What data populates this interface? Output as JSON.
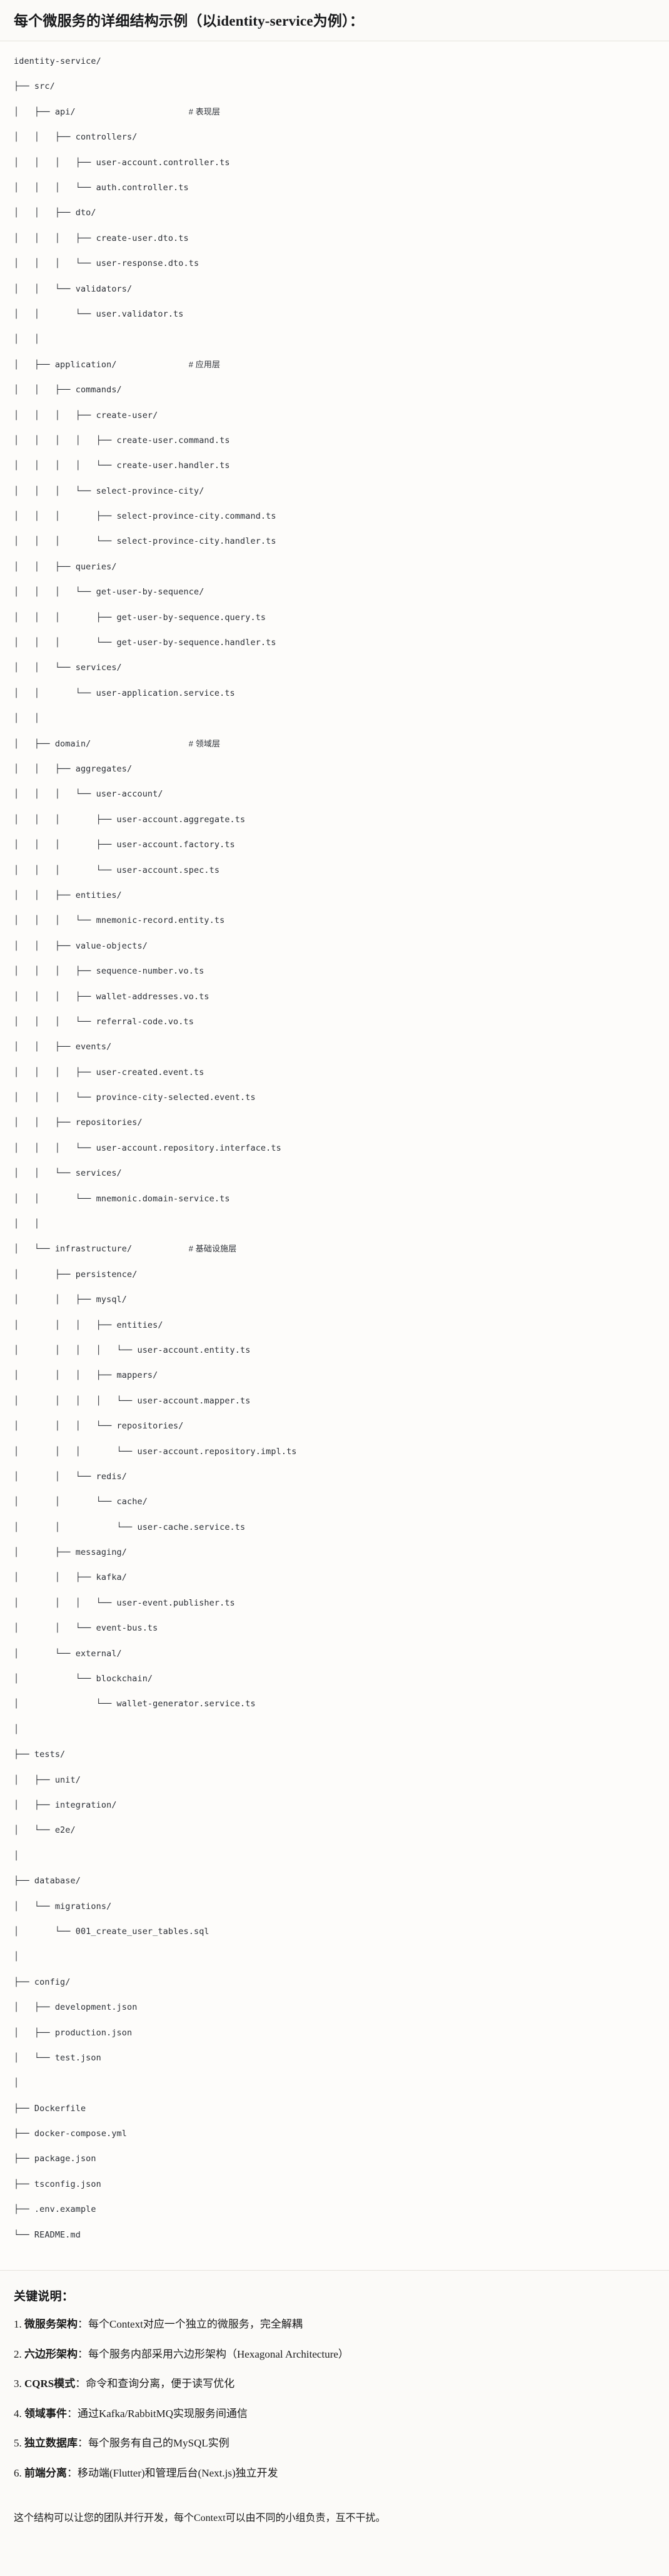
{
  "header": {
    "title": "每个微服务的详细结构示例（以identity-service为例）："
  },
  "tree": {
    "root": "identity-service/",
    "lines": [
      {
        "text": "identity-service/",
        "comment": ""
      },
      {
        "text": "├── src/",
        "comment": ""
      },
      {
        "text": "│   ├── api/",
        "comment": "# 表现层"
      },
      {
        "text": "│   │   ├── controllers/",
        "comment": ""
      },
      {
        "text": "│   │   │   ├── user-account.controller.ts",
        "comment": ""
      },
      {
        "text": "│   │   │   └── auth.controller.ts",
        "comment": ""
      },
      {
        "text": "│   │   ├── dto/",
        "comment": ""
      },
      {
        "text": "│   │   │   ├── create-user.dto.ts",
        "comment": ""
      },
      {
        "text": "│   │   │   └── user-response.dto.ts",
        "comment": ""
      },
      {
        "text": "│   │   └── validators/",
        "comment": ""
      },
      {
        "text": "│   │       └── user.validator.ts",
        "comment": ""
      },
      {
        "text": "│   │",
        "comment": ""
      },
      {
        "text": "│   ├── application/",
        "comment": "# 应用层"
      },
      {
        "text": "│   │   ├── commands/",
        "comment": ""
      },
      {
        "text": "│   │   │   ├── create-user/",
        "comment": ""
      },
      {
        "text": "│   │   │   │   ├── create-user.command.ts",
        "comment": ""
      },
      {
        "text": "│   │   │   │   └── create-user.handler.ts",
        "comment": ""
      },
      {
        "text": "│   │   │   └── select-province-city/",
        "comment": ""
      },
      {
        "text": "│   │   │       ├── select-province-city.command.ts",
        "comment": ""
      },
      {
        "text": "│   │   │       └── select-province-city.handler.ts",
        "comment": ""
      },
      {
        "text": "│   │   ├── queries/",
        "comment": ""
      },
      {
        "text": "│   │   │   └── get-user-by-sequence/",
        "comment": ""
      },
      {
        "text": "│   │   │       ├── get-user-by-sequence.query.ts",
        "comment": ""
      },
      {
        "text": "│   │   │       └── get-user-by-sequence.handler.ts",
        "comment": ""
      },
      {
        "text": "│   │   └── services/",
        "comment": ""
      },
      {
        "text": "│   │       └── user-application.service.ts",
        "comment": ""
      },
      {
        "text": "│   │",
        "comment": ""
      },
      {
        "text": "│   ├── domain/",
        "comment": "# 领域层"
      },
      {
        "text": "│   │   ├── aggregates/",
        "comment": ""
      },
      {
        "text": "│   │   │   └── user-account/",
        "comment": ""
      },
      {
        "text": "│   │   │       ├── user-account.aggregate.ts",
        "comment": ""
      },
      {
        "text": "│   │   │       ├── user-account.factory.ts",
        "comment": ""
      },
      {
        "text": "│   │   │       └── user-account.spec.ts",
        "comment": ""
      },
      {
        "text": "│   │   ├── entities/",
        "comment": ""
      },
      {
        "text": "│   │   │   └── mnemonic-record.entity.ts",
        "comment": ""
      },
      {
        "text": "│   │   ├── value-objects/",
        "comment": ""
      },
      {
        "text": "│   │   │   ├── sequence-number.vo.ts",
        "comment": ""
      },
      {
        "text": "│   │   │   ├── wallet-addresses.vo.ts",
        "comment": ""
      },
      {
        "text": "│   │   │   └── referral-code.vo.ts",
        "comment": ""
      },
      {
        "text": "│   │   ├── events/",
        "comment": ""
      },
      {
        "text": "│   │   │   ├── user-created.event.ts",
        "comment": ""
      },
      {
        "text": "│   │   │   └── province-city-selected.event.ts",
        "comment": ""
      },
      {
        "text": "│   │   ├── repositories/",
        "comment": ""
      },
      {
        "text": "│   │   │   └── user-account.repository.interface.ts",
        "comment": ""
      },
      {
        "text": "│   │   └── services/",
        "comment": ""
      },
      {
        "text": "│   │       └── mnemonic.domain-service.ts",
        "comment": ""
      },
      {
        "text": "│   │",
        "comment": ""
      },
      {
        "text": "│   └── infrastructure/",
        "comment": "# 基础设施层"
      },
      {
        "text": "│       ├── persistence/",
        "comment": ""
      },
      {
        "text": "│       │   ├── mysql/",
        "comment": ""
      },
      {
        "text": "│       │   │   ├── entities/",
        "comment": ""
      },
      {
        "text": "│       │   │   │   └── user-account.entity.ts",
        "comment": ""
      },
      {
        "text": "│       │   │   ├── mappers/",
        "comment": ""
      },
      {
        "text": "│       │   │   │   └── user-account.mapper.ts",
        "comment": ""
      },
      {
        "text": "│       │   │   └── repositories/",
        "comment": ""
      },
      {
        "text": "│       │   │       └── user-account.repository.impl.ts",
        "comment": ""
      },
      {
        "text": "│       │   └── redis/",
        "comment": ""
      },
      {
        "text": "│       │       └── cache/",
        "comment": ""
      },
      {
        "text": "│       │           └── user-cache.service.ts",
        "comment": ""
      },
      {
        "text": "│       ├── messaging/",
        "comment": ""
      },
      {
        "text": "│       │   ├── kafka/",
        "comment": ""
      },
      {
        "text": "│       │   │   └── user-event.publisher.ts",
        "comment": ""
      },
      {
        "text": "│       │   └── event-bus.ts",
        "comment": ""
      },
      {
        "text": "│       └── external/",
        "comment": ""
      },
      {
        "text": "│           └── blockchain/",
        "comment": ""
      },
      {
        "text": "│               └── wallet-generator.service.ts",
        "comment": ""
      },
      {
        "text": "│",
        "comment": ""
      },
      {
        "text": "├── tests/",
        "comment": ""
      },
      {
        "text": "│   ├── unit/",
        "comment": ""
      },
      {
        "text": "│   ├── integration/",
        "comment": ""
      },
      {
        "text": "│   └── e2e/",
        "comment": ""
      },
      {
        "text": "│",
        "comment": ""
      },
      {
        "text": "├── database/",
        "comment": ""
      },
      {
        "text": "│   └── migrations/",
        "comment": ""
      },
      {
        "text": "│       └── 001_create_user_tables.sql",
        "comment": ""
      },
      {
        "text": "│",
        "comment": ""
      },
      {
        "text": "├── config/",
        "comment": ""
      },
      {
        "text": "│   ├── development.json",
        "comment": ""
      },
      {
        "text": "│   ├── production.json",
        "comment": ""
      },
      {
        "text": "│   └── test.json",
        "comment": ""
      },
      {
        "text": "│",
        "comment": ""
      },
      {
        "text": "├── Dockerfile",
        "comment": ""
      },
      {
        "text": "├── docker-compose.yml",
        "comment": ""
      },
      {
        "text": "├── package.json",
        "comment": ""
      },
      {
        "text": "├── tsconfig.json",
        "comment": ""
      },
      {
        "text": "├── .env.example",
        "comment": ""
      },
      {
        "text": "└── README.md",
        "comment": ""
      }
    ],
    "comment_column": 34
  },
  "notes": {
    "title": "关键说明：",
    "items": [
      {
        "num": "1.",
        "term": "微服务架构",
        "sep": "：",
        "desc": "每个Context对应一个独立的微服务，完全解耦"
      },
      {
        "num": "2.",
        "term": "六边形架构",
        "sep": "：",
        "desc": "每个服务内部采用六边形架构（Hexagonal Architecture）"
      },
      {
        "num": "3.",
        "term": "CQRS模式",
        "sep": "：",
        "desc": "命令和查询分离，便于读写优化"
      },
      {
        "num": "4.",
        "term": "领域事件",
        "sep": "：",
        "desc": "通过Kafka/RabbitMQ实现服务间通信"
      },
      {
        "num": "5.",
        "term": "独立数据库",
        "sep": "：",
        "desc": "每个服务有自己的MySQL实例"
      },
      {
        "num": "6.",
        "term": "前端分离",
        "sep": "：",
        "desc": "移动端(Flutter)和管理后台(Next.js)独立开发"
      }
    ]
  },
  "footer": {
    "text": "这个结构可以让您的团队并行开发，每个Context可以由不同的小组负责，互不干扰。"
  },
  "colors": {
    "page_background": "#fbfaf8",
    "code_background": "#fdfcfa",
    "text": "#1a1a1a",
    "code_text": "#2b2f36",
    "divider": "#e6e3dd"
  }
}
